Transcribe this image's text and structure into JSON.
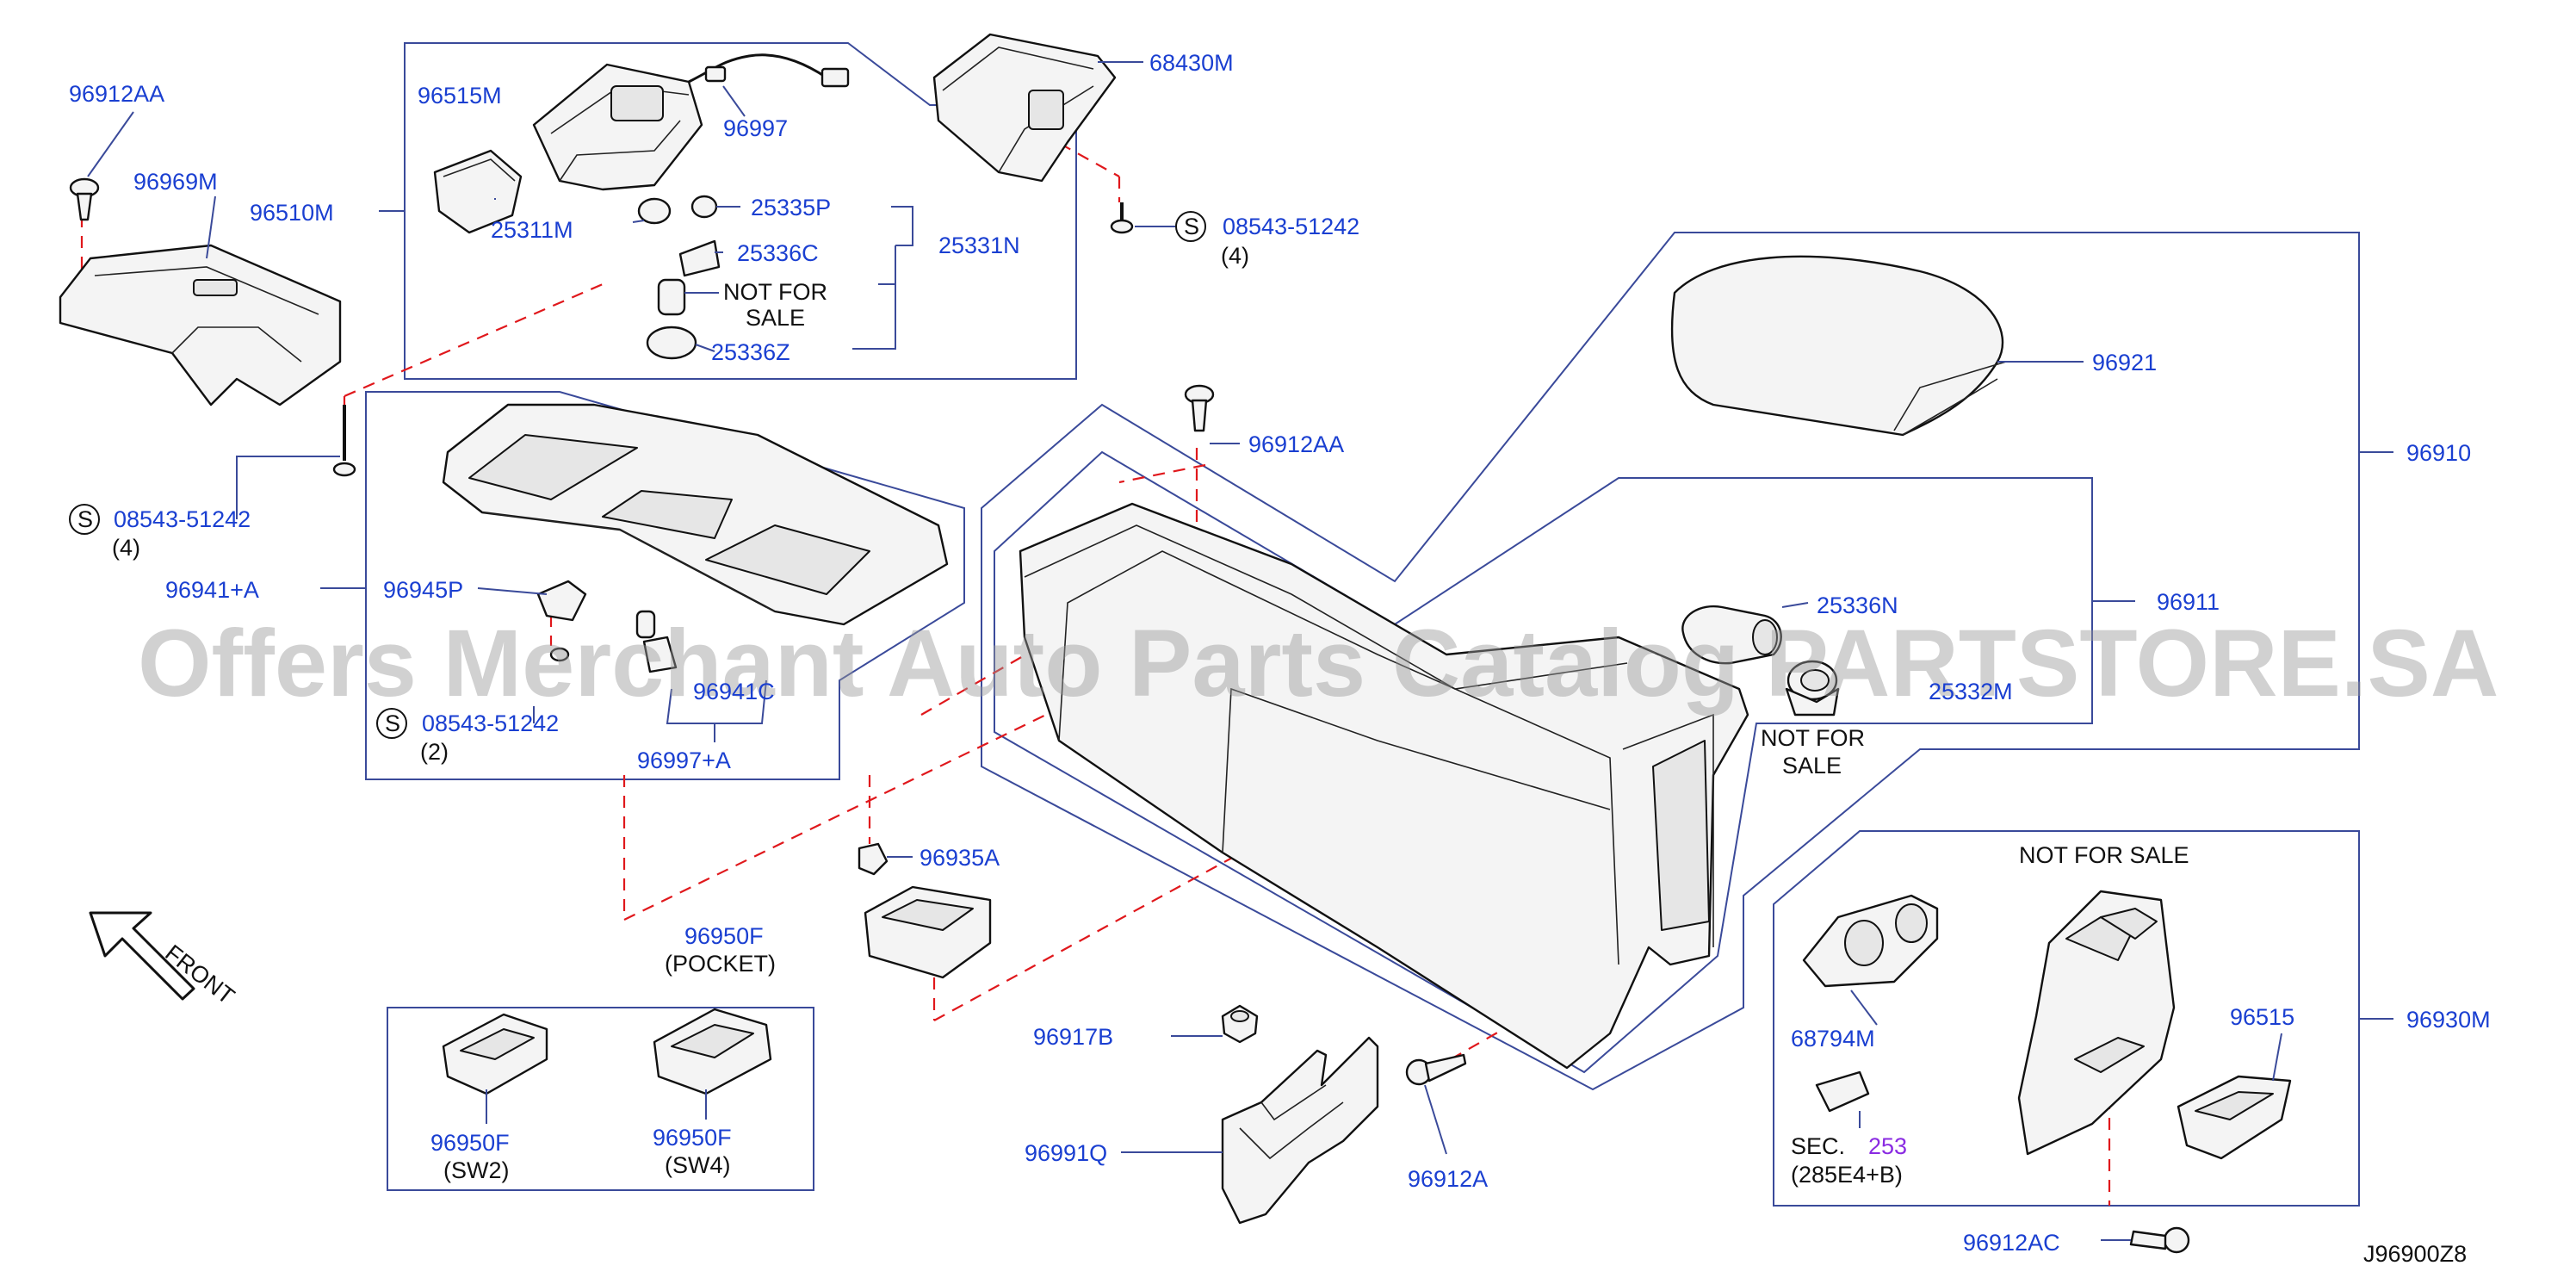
{
  "diagram_code": "J96900Z8",
  "watermark": "Offers Merchant Auto Parts Catalog PARTSTORE.SA",
  "front_label": "FRONT",
  "s_symbol": "S",
  "labels": {
    "p96912AA_a": "96912AA",
    "p96969M": "96969M",
    "p96510M": "96510M",
    "p96515M": "96515M",
    "p96997": "96997",
    "p25311M": "25311M",
    "p25335P": "25335P",
    "p25336C": "25336C",
    "p25331N": "25331N",
    "nfs_a1": "NOT  FOR",
    "nfs_a2": "SALE",
    "p25336Z": "25336Z",
    "p68430M": "68430M",
    "p08543_a": "08543-51242",
    "q4_a": "(4)",
    "p08543_b": "08543-51242",
    "q4_b": "(4)",
    "p96941A": "96941+A",
    "p96945P": "96945P",
    "p96941C": "96941C",
    "p08543_c": "08543-51242",
    "q2_c": "(2)",
    "p96997A": "96997+A",
    "p96912AA_b": "96912AA",
    "p96921": "96921",
    "p96910": "96910",
    "p25336N": "25336N",
    "p96911": "96911",
    "p25332M": "25332M",
    "nfs_b1": "NOT  FOR",
    "nfs_b2": "SALE",
    "p96935A": "96935A",
    "p96950F_pocket": "96950F",
    "pocket": "(POCKET)",
    "nfs_c": "NOT   FOR   SALE",
    "p96930M": "96930M",
    "p68794M": "68794M",
    "p96515": "96515",
    "sec_prefix": "SEC.",
    "sec_num": "253",
    "sec_sub": "(285E4+B)",
    "p96917B": "96917B",
    "p96991Q": "96991Q",
    "p96912A": "96912A",
    "p96950F_sw2": "96950F",
    "sw2": "(SW2)",
    "p96950F_sw4": "96950F",
    "sw4": "(SW4)",
    "p96912AC": "96912AC"
  },
  "colors": {
    "label_blue": "#1a3fd1",
    "leader_line": "#3a4a9a",
    "dashed_red": "#e0181c",
    "section_purple": "#8a2be2",
    "watermark_gray": "#9a9a9a"
  }
}
